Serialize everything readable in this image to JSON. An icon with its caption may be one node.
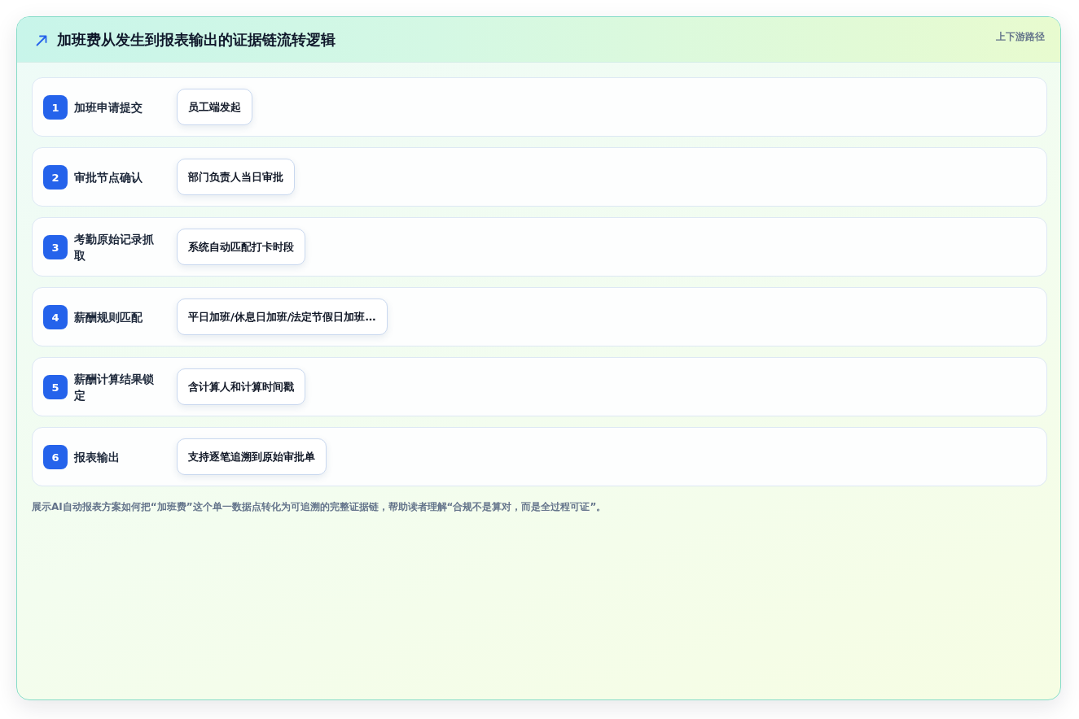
{
  "diagram": {
    "title": "加班费从发生到报表输出的证据链流转逻辑",
    "caption": "展示AI自动报表方案如何把“加班费”这个单一数据点转化为可追溯的完整证据链，帮助读者理解“合规不是算对，而是全过程可证”。",
    "nodes": [
      {
        "text": [
          "加班申请提交"
        ]
      },
      {
        "text": [
          "1"
        ],
        "in": 0
      },
      {
        "text": [
          "员工端发起"
        ],
        "in": 0
      },
      {
        "text": [
          "审批节点确认"
        ]
      },
      {
        "text": [
          "2"
        ],
        "in": 3
      },
      {
        "text": [
          "部门负责人当日审批"
        ],
        "in": 3
      },
      {
        "text": [
          "考勤原始记录抓取"
        ]
      },
      {
        "text": [
          "3"
        ],
        "in": 6
      },
      {
        "text": [
          "系统自动匹配打卡时段"
        ],
        "in": 6
      },
      {
        "text": [
          "薪酬规则匹配"
        ]
      },
      {
        "text": [
          "4"
        ],
        "in": 9
      },
      {
        "text": [
          "平日加班/休息日加班/法定节假日加班…"
        ],
        "in": 9
      },
      {
        "text": [
          "薪酬计算结果锁定"
        ]
      },
      {
        "text": [
          "5"
        ],
        "in": 12
      },
      {
        "text": [
          "含计算人和计算时间戳"
        ],
        "in": 12
      },
      {
        "text": [
          "报表输出"
        ]
      },
      {
        "text": [
          "6"
        ],
        "in": 15
      },
      {
        "text": [
          "支持逐笔追溯到原始审批单"
        ],
        "in": 15
      }
    ],
    "labels": [
      "上下游路径"
    ]
  }
}
